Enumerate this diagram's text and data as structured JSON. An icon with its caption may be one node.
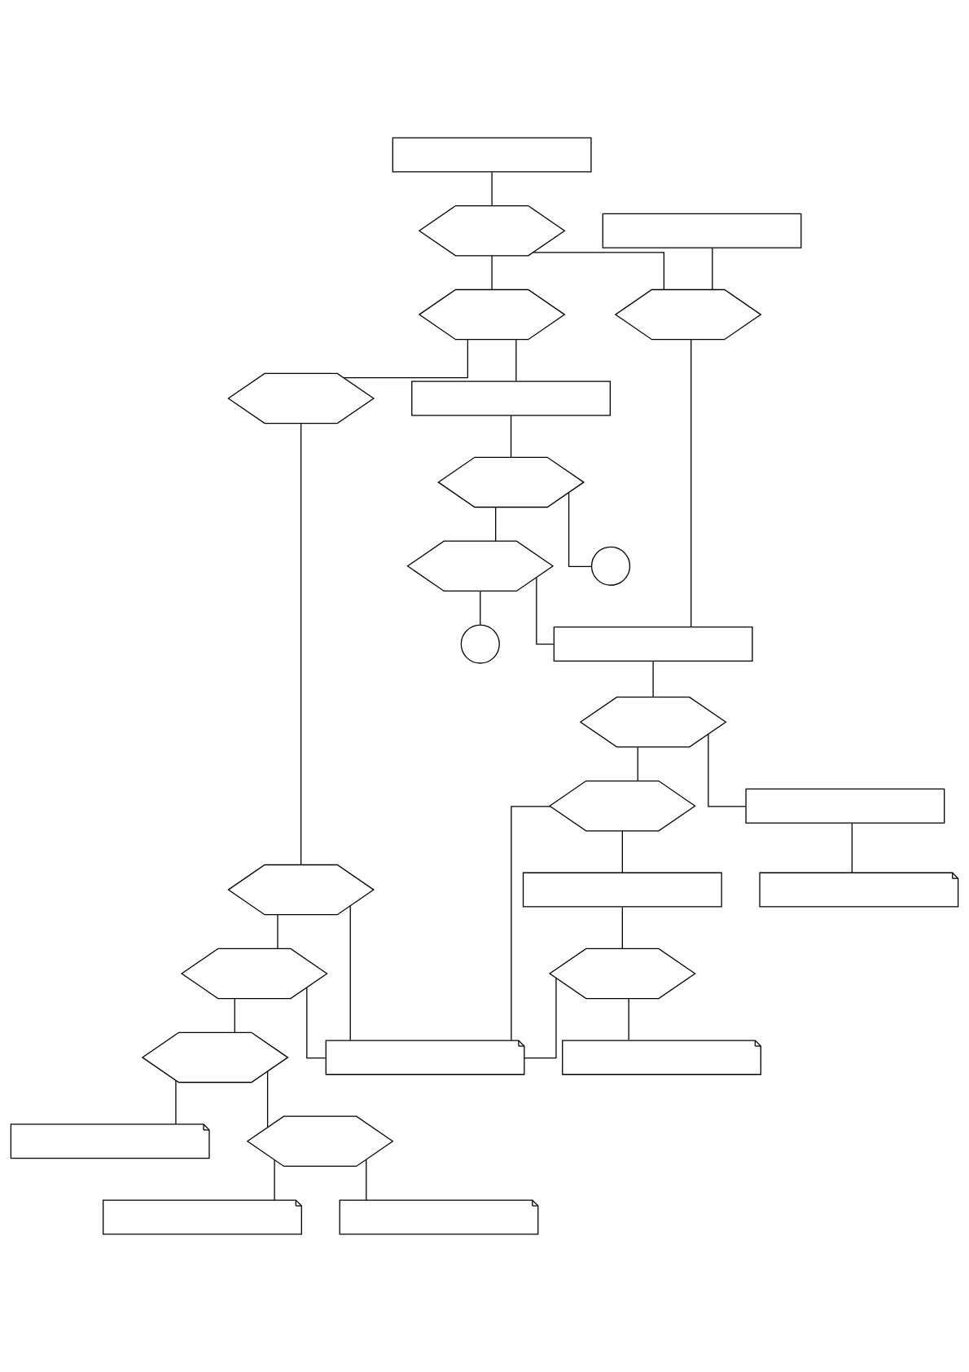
{
  "diagram": {
    "nodes": [
      {
        "text": [],
        "shape": "box"
      },
      {
        "text": [],
        "shape": "hexagon"
      },
      {
        "text": [],
        "shape": "hexagon"
      },
      {
        "text": [],
        "shape": "box"
      },
      {
        "text": [],
        "shape": "hexagon"
      },
      {
        "text": [],
        "shape": "box"
      },
      {
        "text": [],
        "shape": "hexagon"
      },
      {
        "text": [],
        "shape": "hexagon"
      },
      {
        "text": [],
        "shape": "circle"
      },
      {
        "text": [],
        "shape": "circle"
      },
      {
        "text": [],
        "shape": "box"
      },
      {
        "text": [],
        "shape": "hexagon"
      },
      {
        "text": [],
        "shape": "hexagon"
      },
      {
        "text": [],
        "shape": "box"
      },
      {
        "text": [],
        "shape": "card"
      },
      {
        "text": [],
        "shape": "hexagon"
      },
      {
        "text": [],
        "shape": "hexagon"
      },
      {
        "text": [],
        "shape": "hexagon"
      },
      {
        "text": [],
        "shape": "hexagon"
      },
      {
        "text": [],
        "shape": "card"
      },
      {
        "text": [],
        "shape": "box"
      },
      {
        "text": [],
        "shape": "hexagon"
      },
      {
        "text": [],
        "shape": "hexagon"
      },
      {
        "text": [],
        "shape": "card"
      },
      {
        "text": [],
        "shape": "card"
      },
      {
        "text": [],
        "shape": "card"
      },
      {
        "text": [],
        "shape": "card"
      }
    ],
    "edges": [
      {
        "from": 0,
        "to": 1,
        "arrow": "none"
      },
      {
        "from": 1,
        "to": 2,
        "arrow": "none"
      },
      {
        "from": 1,
        "to": 4,
        "arrow": "none"
      },
      {
        "from": 2,
        "to": 11,
        "arrow": "none"
      },
      {
        "from": 2,
        "to": 5,
        "arrow": "none"
      },
      {
        "from": 3,
        "to": 4,
        "arrow": "none"
      },
      {
        "from": 4,
        "to": 10,
        "arrow": "none"
      },
      {
        "from": 5,
        "to": 6,
        "arrow": "none"
      },
      {
        "from": 6,
        "to": 7,
        "arrow": "none"
      },
      {
        "from": 6,
        "to": 8,
        "arrow": "none"
      },
      {
        "from": 7,
        "to": 9,
        "arrow": "none"
      },
      {
        "from": 7,
        "to": 10,
        "arrow": "none"
      },
      {
        "from": 10,
        "to": 12,
        "arrow": "none"
      },
      {
        "from": 11,
        "to": 15,
        "arrow": "none"
      },
      {
        "from": 12,
        "to": 13,
        "arrow": "none"
      },
      {
        "from": 13,
        "to": 14,
        "arrow": "none"
      },
      {
        "from": 12,
        "to": 18,
        "arrow": "none"
      },
      {
        "from": 15,
        "to": 16,
        "arrow": "none"
      },
      {
        "from": 15,
        "to": 26,
        "arrow": "none"
      },
      {
        "from": 16,
        "to": 17,
        "arrow": "none"
      },
      {
        "from": 16,
        "to": 26,
        "arrow": "none"
      },
      {
        "from": 17,
        "to": 19,
        "arrow": "none"
      },
      {
        "from": 17,
        "to": 21,
        "arrow": "none"
      },
      {
        "from": 21,
        "to": 23,
        "arrow": "none"
      },
      {
        "from": 21,
        "to": 25,
        "arrow": "none"
      },
      {
        "from": 18,
        "to": 26,
        "arrow": "none"
      },
      {
        "from": 18,
        "to": 20,
        "arrow": "none"
      },
      {
        "from": 20,
        "to": 22,
        "arrow": "none"
      },
      {
        "from": 22,
        "to": 26,
        "arrow": "none"
      },
      {
        "from": 22,
        "to": 24,
        "arrow": "none"
      }
    ]
  }
}
